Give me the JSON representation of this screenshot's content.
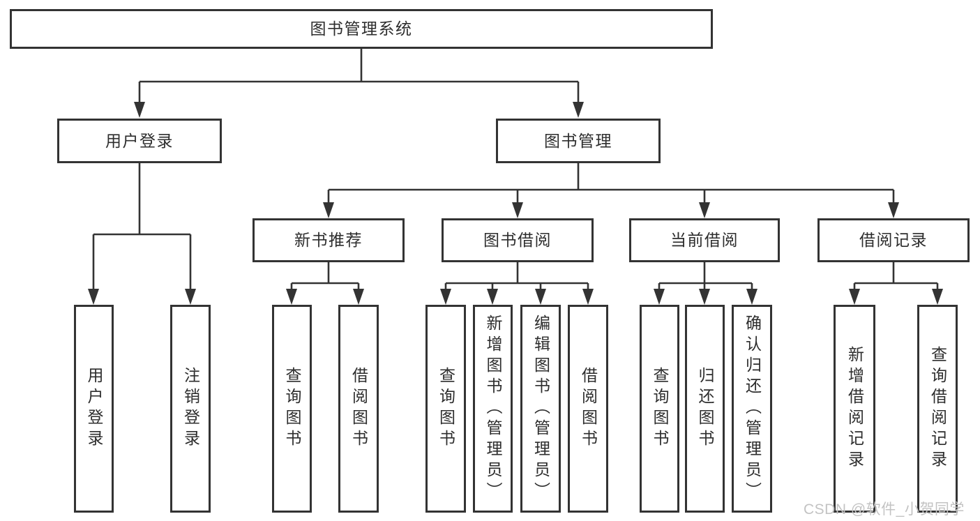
{
  "nodes": {
    "root": "图书管理系统",
    "user_login": "用户登录",
    "book_mgmt": "图书管理",
    "new_book_rec": "新书推荐",
    "book_borrow": "图书借阅",
    "current_borrow": "当前借阅",
    "borrow_records": "借阅记录",
    "login_leaf": "用户登录",
    "logout_leaf": "注销登录",
    "rec_query_book": "查询图书",
    "rec_borrow_book": "借阅图书",
    "bb_query_book": "查询图书",
    "bb_add_book": "新增图书（管理员）",
    "bb_edit_book": "编辑图书（管理员）",
    "bb_borrow_book": "借阅图书",
    "cb_query_book": "查询图书",
    "cb_return_book": "归还图书",
    "cb_confirm_return": "确认归还（管理员）",
    "br_add_record": "新增借阅记录",
    "br_query_record": "查询借阅记录"
  },
  "watermark": "CSDN @软件_小贺同学",
  "colors": {
    "line": "#333333",
    "box-border": "#333333",
    "text": "#2d2d2d",
    "watermark": "#c3c3c3",
    "background": "#ffffff"
  }
}
